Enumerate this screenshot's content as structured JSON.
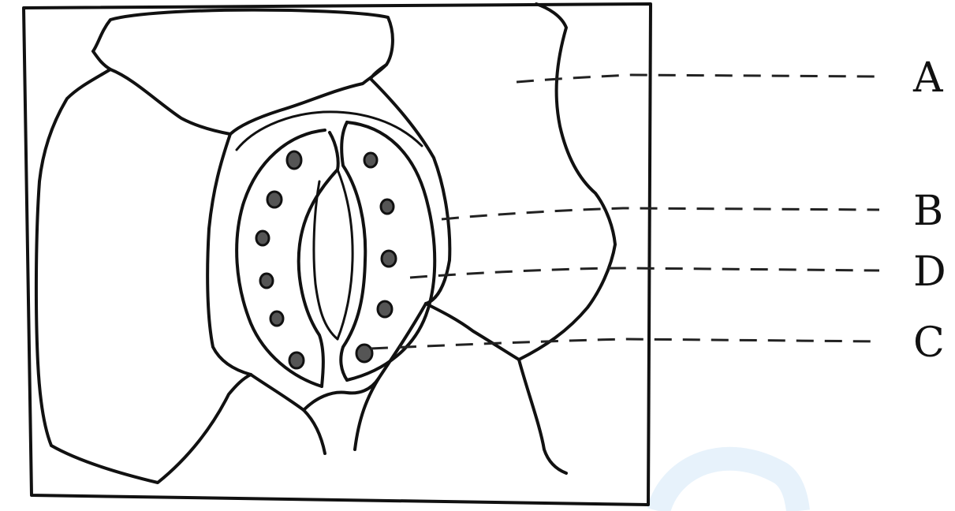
{
  "labels": {
    "a": "A",
    "b": "B",
    "d": "D",
    "c": "C"
  },
  "colors": {
    "ink": "#111111",
    "watermark": "#e7f2fb"
  }
}
